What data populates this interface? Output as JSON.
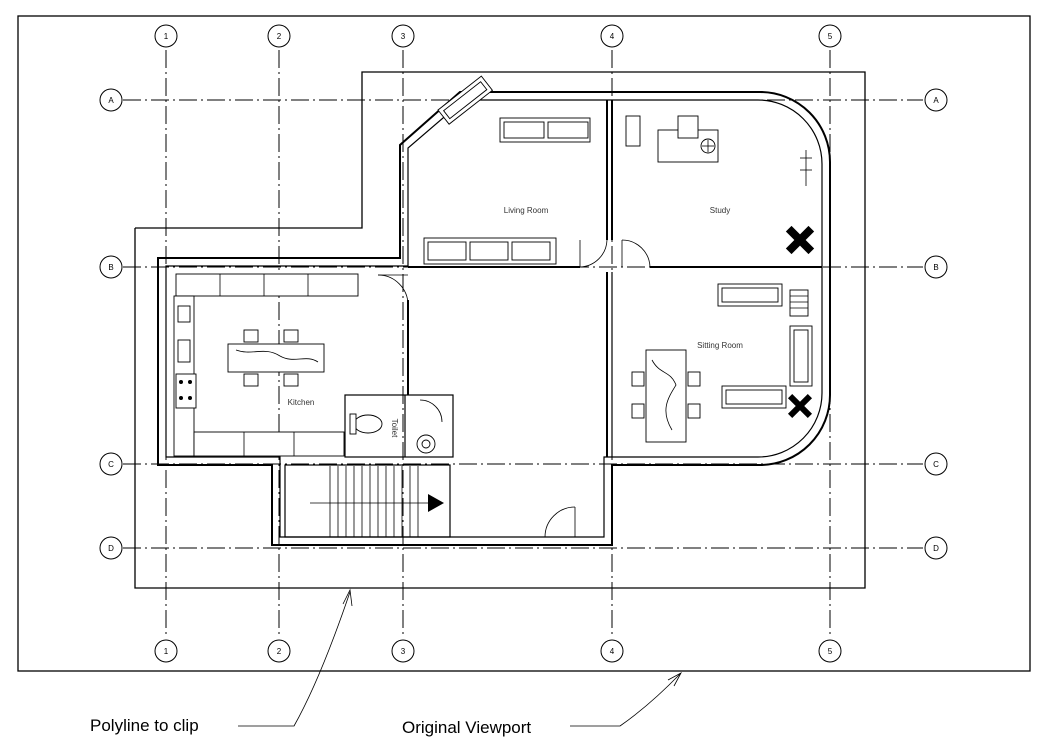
{
  "grid": {
    "columns": [
      "1",
      "2",
      "3",
      "4",
      "5"
    ],
    "rows": [
      "A",
      "B",
      "C",
      "D"
    ]
  },
  "rooms": {
    "living": "Living Room",
    "study": "Study",
    "sitting": "Sitting Room",
    "kitchen": "Kitchen",
    "toilet": "Toilet"
  },
  "callouts": {
    "polyline": "Polyline to clip",
    "viewport": "Original Viewport"
  }
}
